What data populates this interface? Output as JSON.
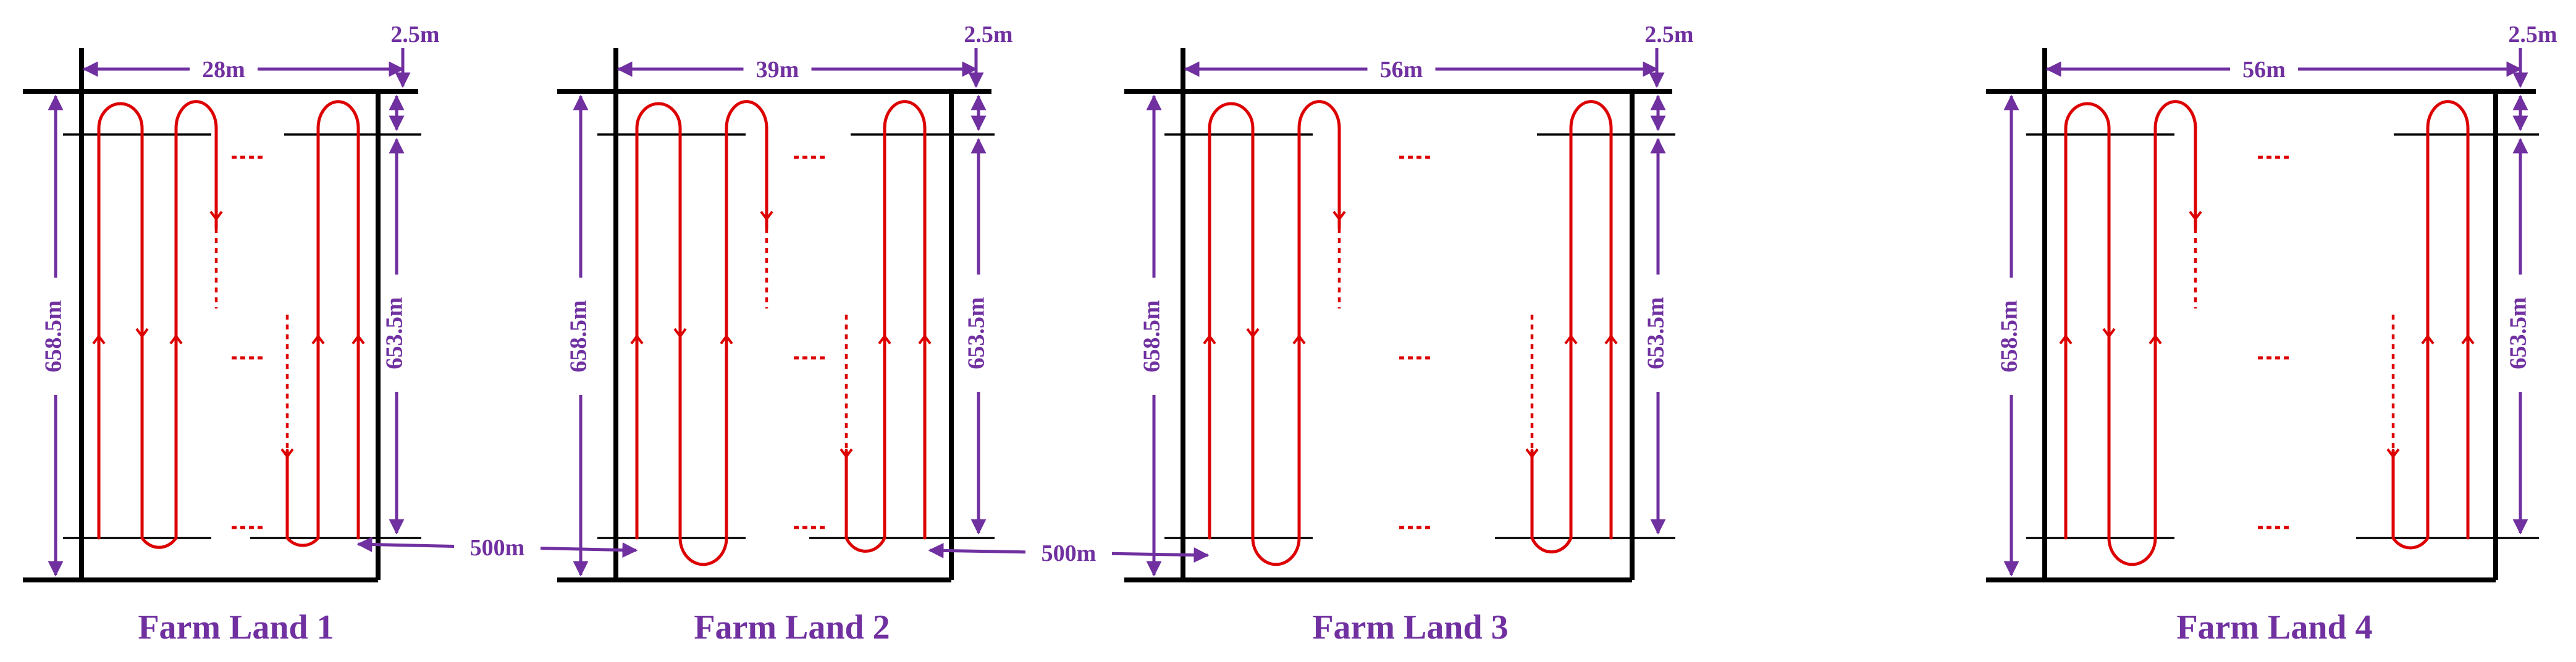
{
  "colors": {
    "path": "#dd0000",
    "dimension": "#7030a0",
    "border": "#000000"
  },
  "distance_label": "500m",
  "farms": [
    {
      "label": "Farm Land 1",
      "width_label": "28m",
      "margin_label": "2.5m",
      "total_length_label": "658.5m",
      "inner_length_label": "653.5m"
    },
    {
      "label": "Farm Land 2",
      "width_label": "39m",
      "margin_label": "2.5m",
      "total_length_label": "658.5m",
      "inner_length_label": "653.5m"
    },
    {
      "label": "Farm Land 3",
      "width_label": "56m",
      "margin_label": "2.5m",
      "total_length_label": "658.5m",
      "inner_length_label": "653.5m"
    },
    {
      "label": "Farm Land 4",
      "width_label": "56m",
      "margin_label": "2.5m",
      "total_length_label": "658.5m",
      "inner_length_label": "653.5m"
    }
  ]
}
